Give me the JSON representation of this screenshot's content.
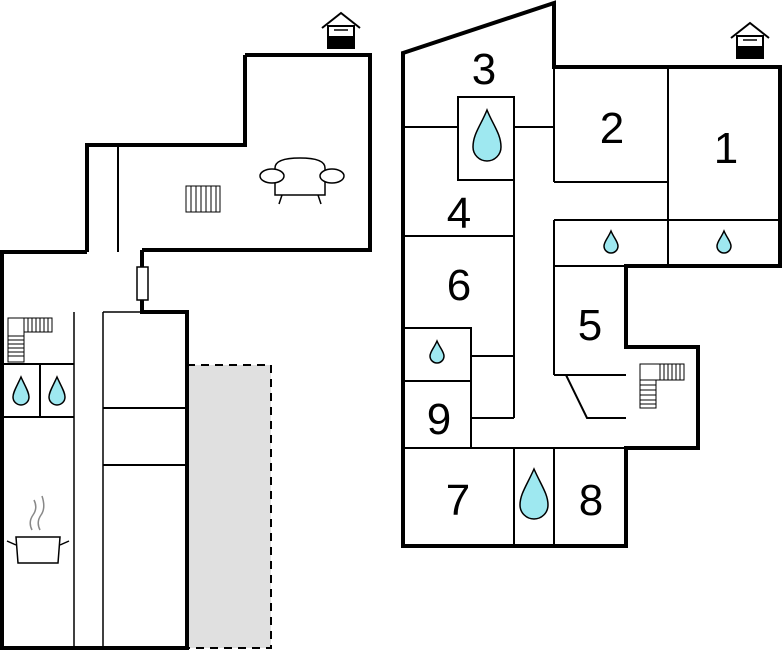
{
  "floor_plan": {
    "room_labels": [
      "1",
      "2",
      "3",
      "4",
      "5",
      "6",
      "7",
      "8",
      "9"
    ],
    "colors": {
      "wall": "#000000",
      "water_drop": "#9ee8f0",
      "carport_fill": "#e0e0e0",
      "house_icon": "#000000"
    },
    "icons": [
      "house-entrance-icon",
      "radiator-icon",
      "sofa-icon",
      "stairs-icon",
      "water-drop-icon",
      "cooking-pot-icon"
    ]
  }
}
